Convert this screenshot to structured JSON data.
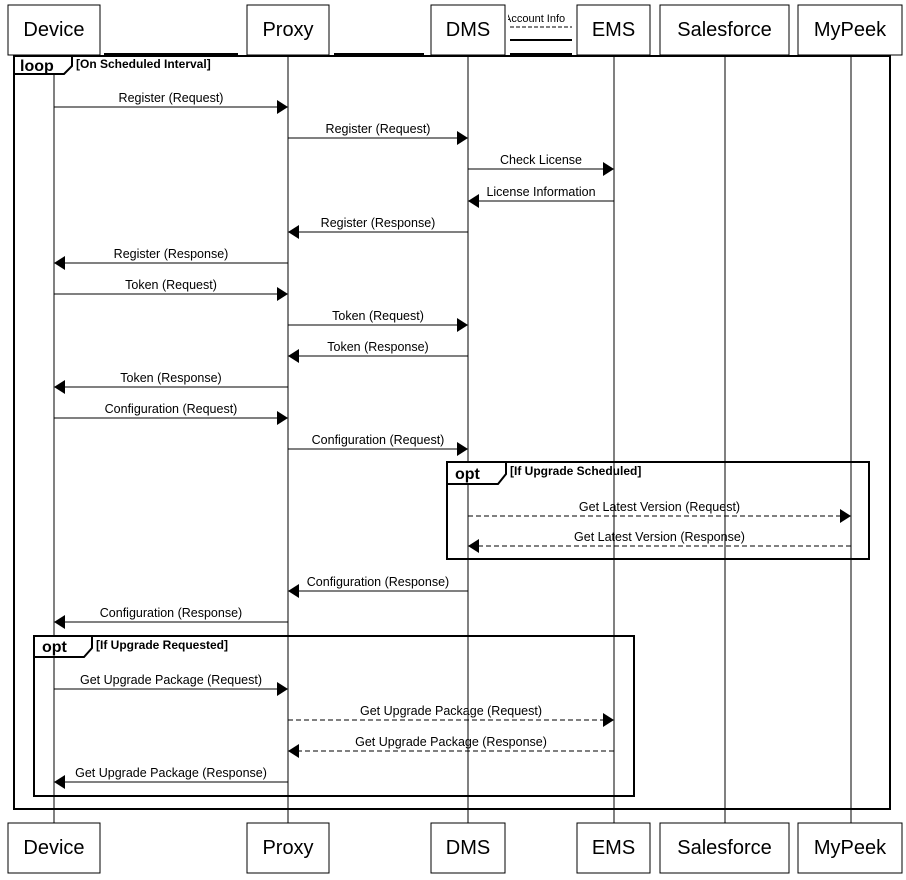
{
  "participants": [
    "Device",
    "Proxy",
    "DMS",
    "EMS",
    "Salesforce",
    "MyPeek"
  ],
  "top_note": "Account Info",
  "loop": {
    "keyword": "loop",
    "condition": "[On Scheduled Interval]"
  },
  "opt_upgrade_scheduled": {
    "keyword": "opt",
    "condition": "[If Upgrade Scheduled]"
  },
  "opt_upgrade_requested": {
    "keyword": "opt",
    "condition": "[If Upgrade Requested]"
  },
  "messages": [
    {
      "from": "Device",
      "to": "Proxy",
      "label": "Register (Request)",
      "dashed": false
    },
    {
      "from": "Proxy",
      "to": "DMS",
      "label": "Register (Request)",
      "dashed": false
    },
    {
      "from": "DMS",
      "to": "EMS",
      "label": "Check License",
      "dashed": false
    },
    {
      "from": "EMS",
      "to": "DMS",
      "label": "License Information",
      "dashed": false
    },
    {
      "from": "DMS",
      "to": "Proxy",
      "label": "Register (Response)",
      "dashed": false
    },
    {
      "from": "Proxy",
      "to": "Device",
      "label": "Register (Response)",
      "dashed": false
    },
    {
      "from": "Device",
      "to": "Proxy",
      "label": "Token (Request)",
      "dashed": false
    },
    {
      "from": "Proxy",
      "to": "DMS",
      "label": "Token (Request)",
      "dashed": false
    },
    {
      "from": "DMS",
      "to": "Proxy",
      "label": "Token (Response)",
      "dashed": false
    },
    {
      "from": "Proxy",
      "to": "Device",
      "label": "Token (Response)",
      "dashed": false
    },
    {
      "from": "Device",
      "to": "Proxy",
      "label": "Configuration (Request)",
      "dashed": false
    },
    {
      "from": "Proxy",
      "to": "DMS",
      "label": "Configuration (Request)",
      "dashed": false
    },
    {
      "from": "DMS",
      "to": "MyPeek",
      "label": "Get Latest Version (Request)",
      "dashed": true
    },
    {
      "from": "MyPeek",
      "to": "DMS",
      "label": "Get Latest Version (Response)",
      "dashed": true
    },
    {
      "from": "DMS",
      "to": "Proxy",
      "label": "Configuration (Response)",
      "dashed": false
    },
    {
      "from": "Proxy",
      "to": "Device",
      "label": "Configuration (Response)",
      "dashed": false
    },
    {
      "from": "Device",
      "to": "Proxy",
      "label": "Get Upgrade Package (Request)",
      "dashed": false
    },
    {
      "from": "Proxy",
      "to": "EMS",
      "label": "Get Upgrade Package (Request)",
      "dashed": true
    },
    {
      "from": "EMS",
      "to": "Proxy",
      "label": "Get Upgrade Package (Response)",
      "dashed": true
    },
    {
      "from": "Proxy",
      "to": "Device",
      "label": "Get Upgrade Package (Response)",
      "dashed": false
    }
  ]
}
